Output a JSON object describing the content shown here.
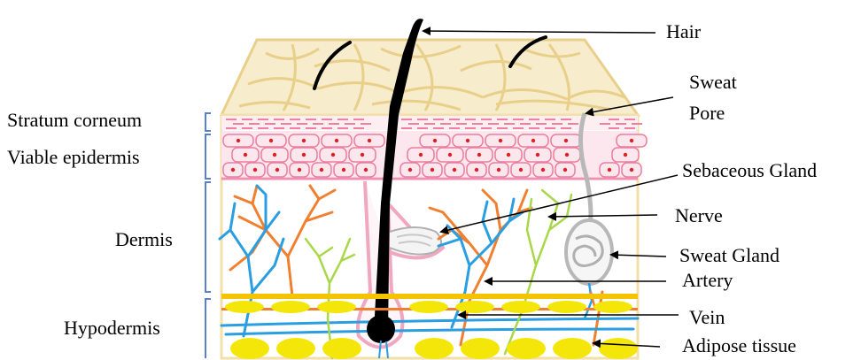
{
  "layer_labels": {
    "stratum_corneum": "Stratum corneum",
    "viable_epidermis": "Viable epidermis",
    "dermis": "Dermis",
    "hypodermis": "Hypodermis"
  },
  "callouts": {
    "hair": "Hair",
    "sweat_pore_line1": "Sweat",
    "sweat_pore_line2": "Pore",
    "sebaceous_gland": "Sebaceous Gland",
    "nerve": "Nerve",
    "sweat_gland": "Sweat Gland",
    "artery": "Artery",
    "vein": "Vein",
    "adipose_tissue": "Adipose tissue"
  },
  "colors": {
    "surface": "#f2dfa9",
    "surface_lines": "#e8cf8a",
    "corneum_lines": "#f07fa0",
    "cell_fill": "#fde7ef",
    "cell_outline": "#ec7d9e",
    "nucleus": "#e02020",
    "hair": "#000000",
    "artery": "#f08030",
    "vein": "#2a9ee0",
    "nerve": "#a8d84a",
    "sweat_gland": "#b8b8b8",
    "fat": "#f5e60a",
    "fat_band": "#f5c400",
    "follicle": "#f0a8c0",
    "bracket": "#5a7fd0"
  }
}
